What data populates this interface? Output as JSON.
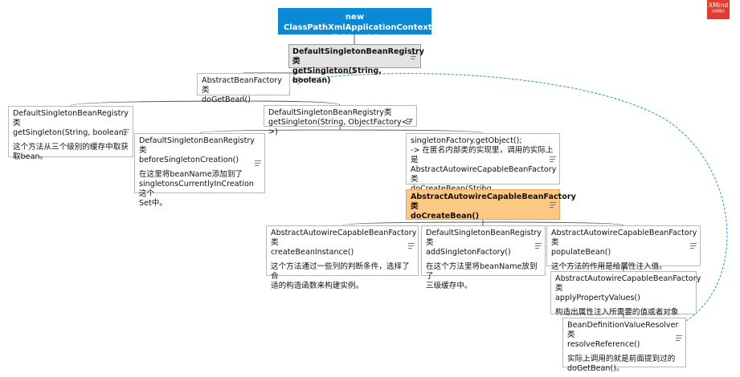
{
  "brand": {
    "name": "XMind",
    "subtitle": "试用模式",
    "color": "#e63a2e"
  },
  "colors": {
    "root_fill": "#0a8ad6",
    "highlight_fill": "#fcc983",
    "gray_fill": "#e3e3e3",
    "connector": "#555555",
    "relationship": "#2f8fe0"
  },
  "nodes": {
    "root": {
      "title": "new ClassPathXmlApplicationContext(\"\nfield.xml\")"
    },
    "n1": {
      "title": "DefaultSingletonBeanRegistry类\ngetSingleton(String, boolean)"
    },
    "n2": {
      "title": "AbstractBeanFactory类\ndoGetBean()"
    },
    "n3": {
      "title": "DefaultSingletonBeanRegistry类\ngetSingleton(String, boolean)",
      "note": "这个方法从三个级别的缓存中取获\n取bean。"
    },
    "n4": {
      "title": "DefaultSingletonBeanRegistry类\ngetSingleton(String, ObjectFactory<?>)"
    },
    "n5": {
      "title": "DefaultSingletonBeanRegistry类\nbeforeSingletonCreation()",
      "note": "在这里将beanName添加到了\nsingletonsCurrentlyInCreation这个\nSet中。"
    },
    "n6": {
      "title": "singletonFactory.getObject();\n-> 在匿名内部类的实现里，调用的实际上是\nAbstractAutowireCapableBeanFactory类\ndoCreateBean(String,\nRootBeanDefinition, Object[])"
    },
    "n7": {
      "title": "AbstractAutowireCapableBeanFactory\n类\ndoCreateBean()"
    },
    "n8": {
      "title": "AbstractAutowireCapableBeanFactory类\ncreateBeanInstance()",
      "note": "这个方法通过一些列的判断条件，选择了合\n适的构造函数来构建实例。"
    },
    "n9": {
      "title": "DefaultSingletonBeanRegistry类\naddSingletonFactory()",
      "note": "在这个方法里将beanName放到了\n三级缓存中。"
    },
    "n10": {
      "title": "AbstractAutowireCapableBeanFactory类\npopulateBean()",
      "note": "这个方法的作用是给属性注入值。"
    },
    "n11": {
      "title": "AbstractAutowireCapableBeanFactory类\napplyPropertyValues()",
      "note": "构造出属性注入所需要的值或者对象"
    },
    "n12": {
      "title": "BeanDefinitionValueResolver类\nresolveReference()",
      "note": "实际上调用的就是前面提到过的\ndoGetBean()。"
    }
  }
}
